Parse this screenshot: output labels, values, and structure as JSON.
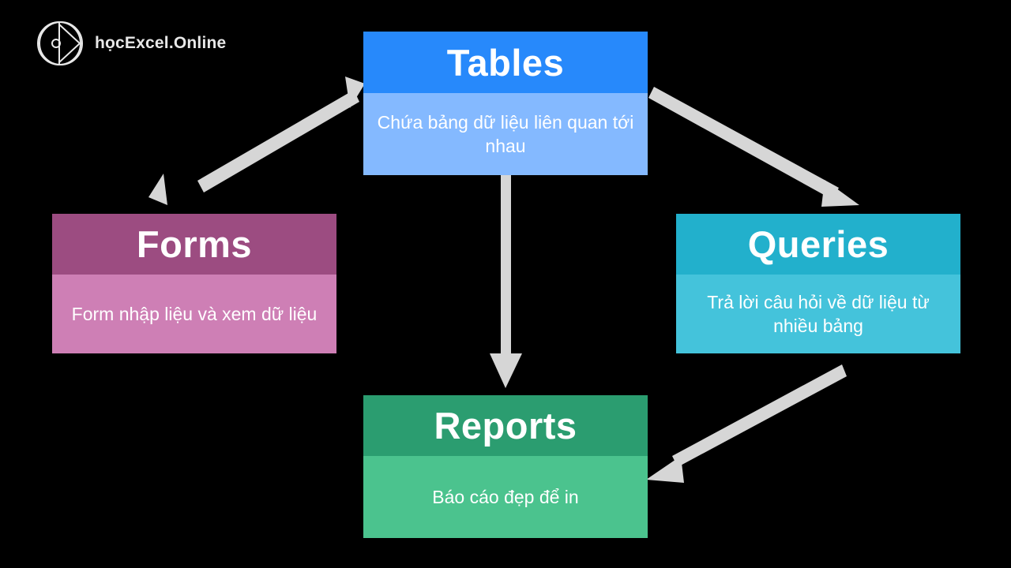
{
  "brand": {
    "name": "họcExcel.Online",
    "logo_icon": "circle-play-logo-icon"
  },
  "diagram": {
    "title": "Access database objects relationship diagram",
    "nodes": [
      {
        "id": "tables",
        "title": "Tables",
        "description": "Chứa bảng dữ liệu liên quan tới nhau",
        "header_color": "#2789fb",
        "body_color": "#84b9ff"
      },
      {
        "id": "forms",
        "title": "Forms",
        "description": "Form nhập liệu và xem dữ liệu",
        "header_color": "#9c4c81",
        "body_color": "#ce7fb5"
      },
      {
        "id": "queries",
        "title": "Queries",
        "description": "Trả lời câu hỏi về dữ liệu từ nhiều bảng",
        "header_color": "#22b0cc",
        "body_color": "#44c3db"
      },
      {
        "id": "reports",
        "title": "Reports",
        "description": "Báo cáo đẹp để in",
        "header_color": "#2b9d70",
        "body_color": "#4bc38e"
      }
    ],
    "connectors": [
      {
        "id": "forms-tables",
        "from": "forms",
        "to": "tables",
        "direction": "bidirectional",
        "color": "#d6d6d6"
      },
      {
        "id": "tables-queries",
        "from": "tables",
        "to": "queries",
        "direction": "forward",
        "color": "#d6d6d6"
      },
      {
        "id": "tables-reports",
        "from": "tables",
        "to": "reports",
        "direction": "forward",
        "color": "#d6d6d6"
      },
      {
        "id": "queries-reports",
        "from": "queries",
        "to": "reports",
        "direction": "forward",
        "color": "#d6d6d6"
      }
    ],
    "background_color": "#000000"
  }
}
